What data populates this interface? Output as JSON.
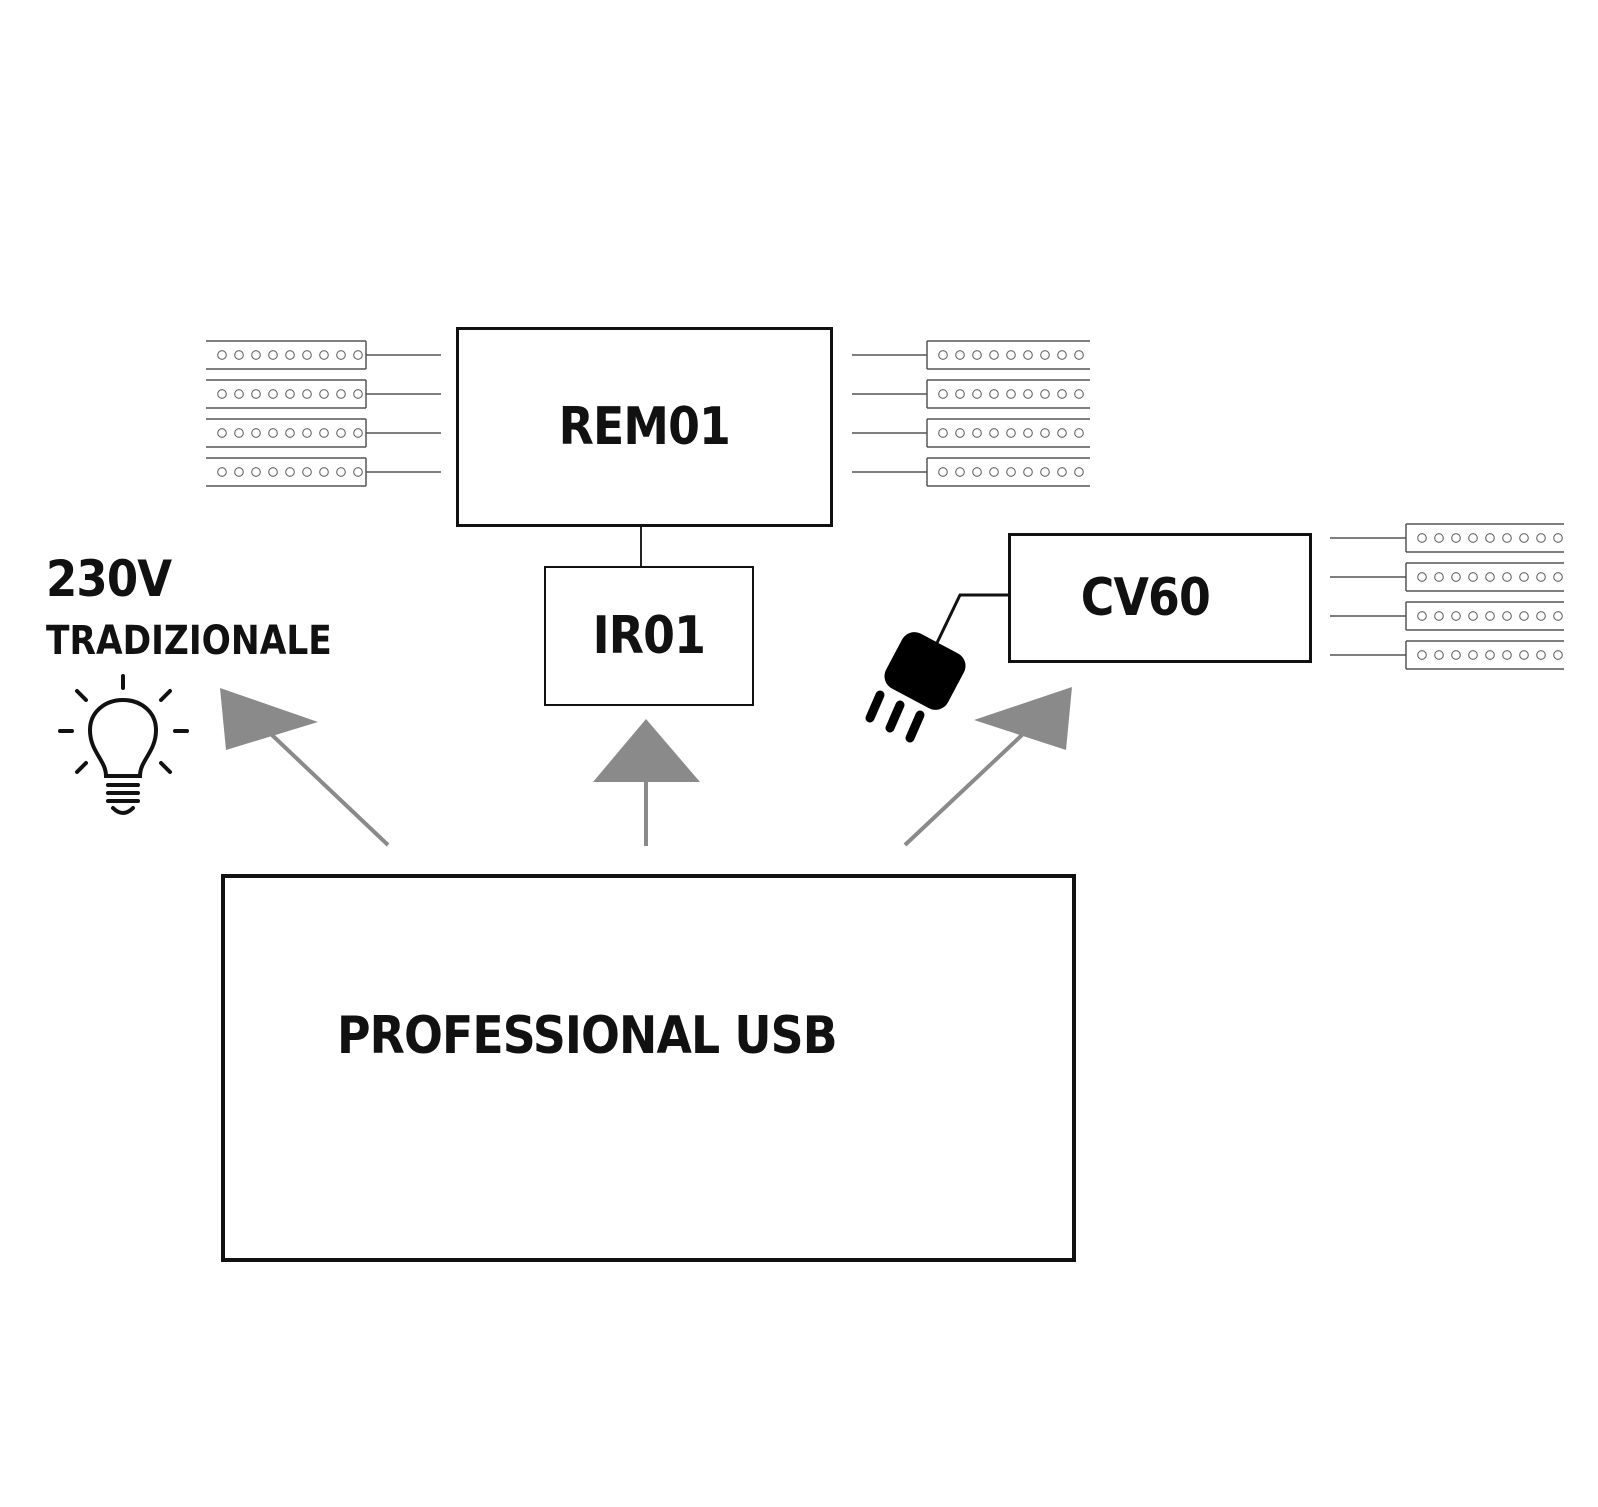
{
  "diagram": {
    "nodes": {
      "rem01": {
        "label": "REM01"
      },
      "ir01": {
        "label": "IR01"
      },
      "cv60": {
        "label": "CV60"
      },
      "professional_usb": {
        "label": "PROFESSIONAL USB"
      },
      "traditional_load": {
        "voltage": "230V",
        "label": "TRADIZIONALE"
      }
    },
    "led_strip_groups": [
      {
        "name": "rem01-left",
        "count": 4,
        "leds_per_strip": 9,
        "side": "left"
      },
      {
        "name": "rem01-right",
        "count": 4,
        "leds_per_strip": 9,
        "side": "right"
      },
      {
        "name": "cv60-right",
        "count": 4,
        "leds_per_strip": 9,
        "side": "right"
      }
    ],
    "connections": [
      {
        "from": "professional_usb",
        "to": "traditional_load",
        "type": "arrow"
      },
      {
        "from": "professional_usb",
        "to": "ir01",
        "type": "arrow"
      },
      {
        "from": "professional_usb",
        "to": "cv60",
        "type": "arrow"
      },
      {
        "from": "ir01",
        "to": "rem01",
        "type": "wire"
      },
      {
        "from": "cv60",
        "to": "power-plug",
        "type": "wire"
      }
    ],
    "icons": [
      "light-bulb-icon",
      "power-plug-icon"
    ],
    "colors": {
      "line": "#111111",
      "arrow": "#8a8a8a",
      "strip": "#555555"
    }
  }
}
